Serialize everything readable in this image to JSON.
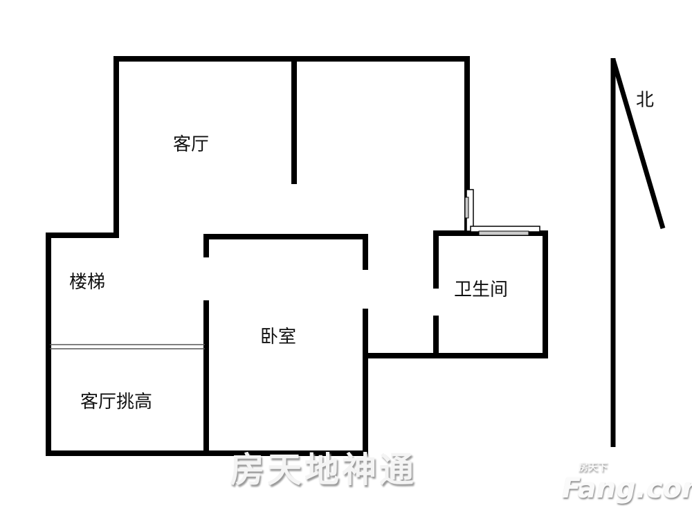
{
  "rooms": {
    "living_room": "客厅",
    "stairs": "楼梯",
    "bedroom": "卧室",
    "bathroom": "卫生间",
    "living_room_high_ceiling": "客厅挑高"
  },
  "compass": {
    "north": "北"
  },
  "watermarks": {
    "main": "房天地神通",
    "logo_cn": "房天下",
    "logo_en": "Fang.com"
  },
  "colors": {
    "wall": "#000000",
    "background": "#ffffff"
  }
}
